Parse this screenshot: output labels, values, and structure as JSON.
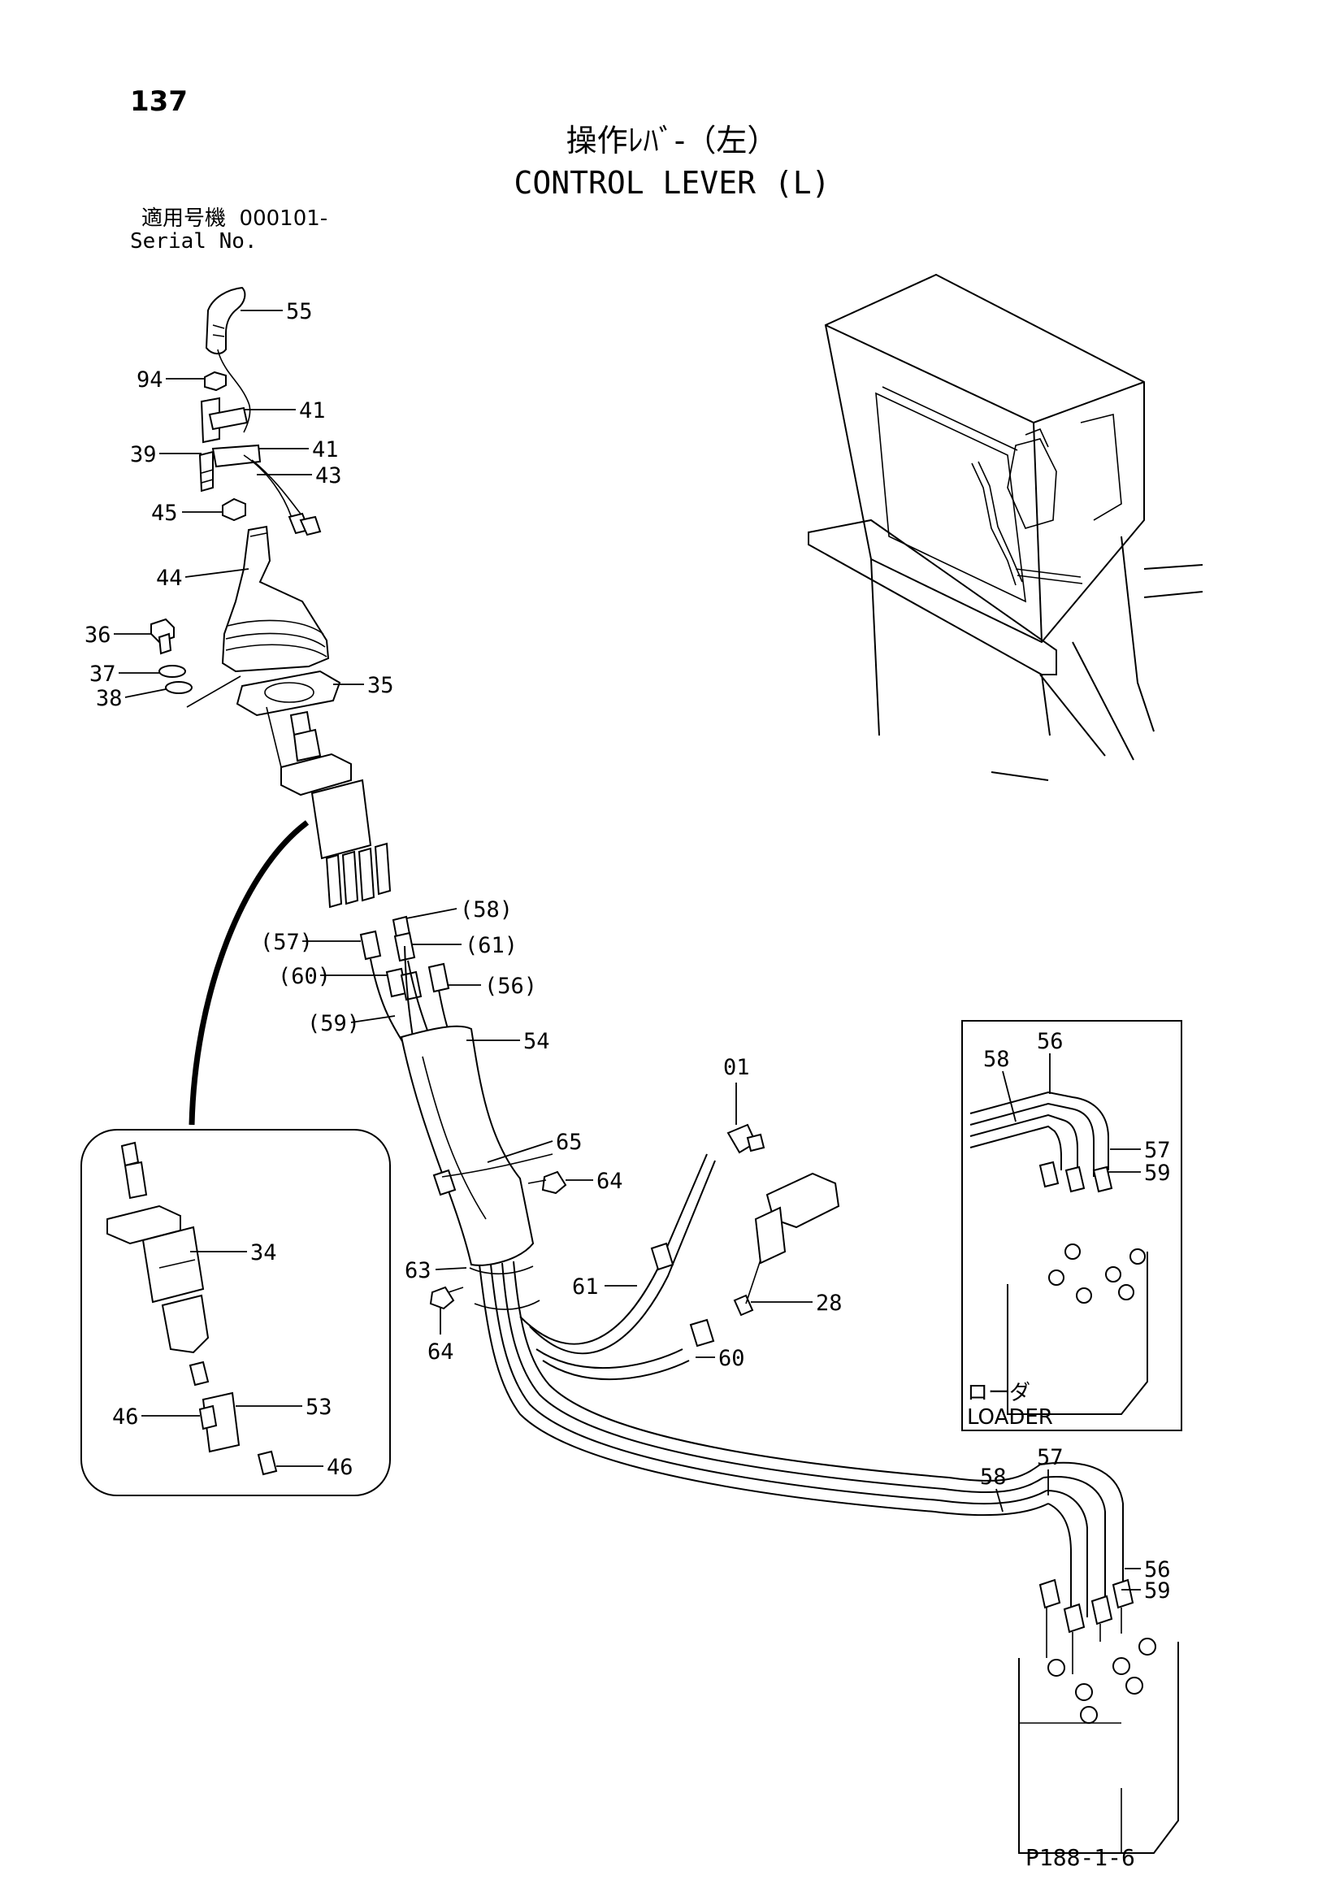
{
  "page_number": "137",
  "title_ja": "操作ﾚﾊﾞ-（左）",
  "title_en": "CONTROL LEVER (L)",
  "serial_label_ja": "適用号機",
  "serial_value": "000101-",
  "serial_label_en": "Serial No.",
  "drawing_ref": "P188-1-6",
  "loader_inset": {
    "label_ja": "ローダ",
    "label_en": "LOADER"
  },
  "callouts": {
    "c55": "55",
    "c94": "94",
    "c41a": "41",
    "c39": "39",
    "c41b": "41",
    "c43": "43",
    "c45": "45",
    "c44": "44",
    "c36": "36",
    "c37": "37",
    "c38": "38",
    "c35": "35",
    "c58p": "(58)",
    "c57p": "(57)",
    "c61p": "(61)",
    "c60p": "(60)",
    "c56p": "(56)",
    "c59p": "(59)",
    "c54": "54",
    "c34": "34",
    "c46a": "46",
    "c53": "53",
    "c46b": "46",
    "c65": "65",
    "c64a": "64",
    "c63": "63",
    "c64b": "64",
    "c01": "01",
    "c61": "61",
    "c28": "28",
    "c60": "60",
    "i58": "58",
    "i56": "56",
    "i57": "57",
    "i59": "59",
    "b58": "58",
    "b57": "57",
    "b56": "56",
    "b59": "59"
  }
}
